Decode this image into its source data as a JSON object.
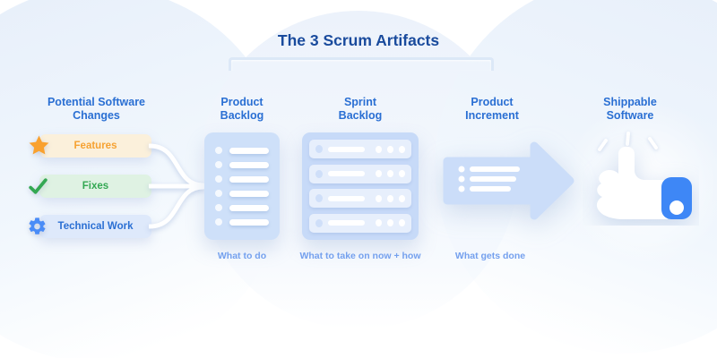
{
  "title": "The 3 Scrum Artifacts",
  "intake": {
    "heading": "Potential Software Changes",
    "items": [
      {
        "label": "Features",
        "icon": "star-icon"
      },
      {
        "label": "Fixes",
        "icon": "check-icon"
      },
      {
        "label": "Technical Work",
        "icon": "gear-icon"
      }
    ]
  },
  "artifacts": [
    {
      "heading": "Product Backlog",
      "caption": "What to do"
    },
    {
      "heading": "Sprint Backlog",
      "caption": "What to take on now + how"
    },
    {
      "heading": "Product Increment",
      "caption": "What gets done"
    }
  ],
  "result": {
    "heading": "Shippable Software",
    "icon": "thumbs-up-icon"
  },
  "colors": {
    "title_text": "#1a4b9d",
    "heading_text": "#2a6fd3",
    "caption_text": "#74a0ee",
    "bracket": "#dce8f7",
    "features_bg": "#fbf0db",
    "features_text": "#f6a233",
    "star": "#f9a12f",
    "fixes_bg": "#dff2e3",
    "fixes_text": "#34a853",
    "check": "#34a853",
    "technical_bg": "#dee9fb",
    "technical_text": "#2a6fd3",
    "gear": "#4a8cf7",
    "backlog_card": "#cee0f9",
    "sprint_card": "#c7daf8",
    "sprint_row": "#e7effc",
    "arrow": "#cbddf9",
    "sleeve": "#3e87f6"
  }
}
